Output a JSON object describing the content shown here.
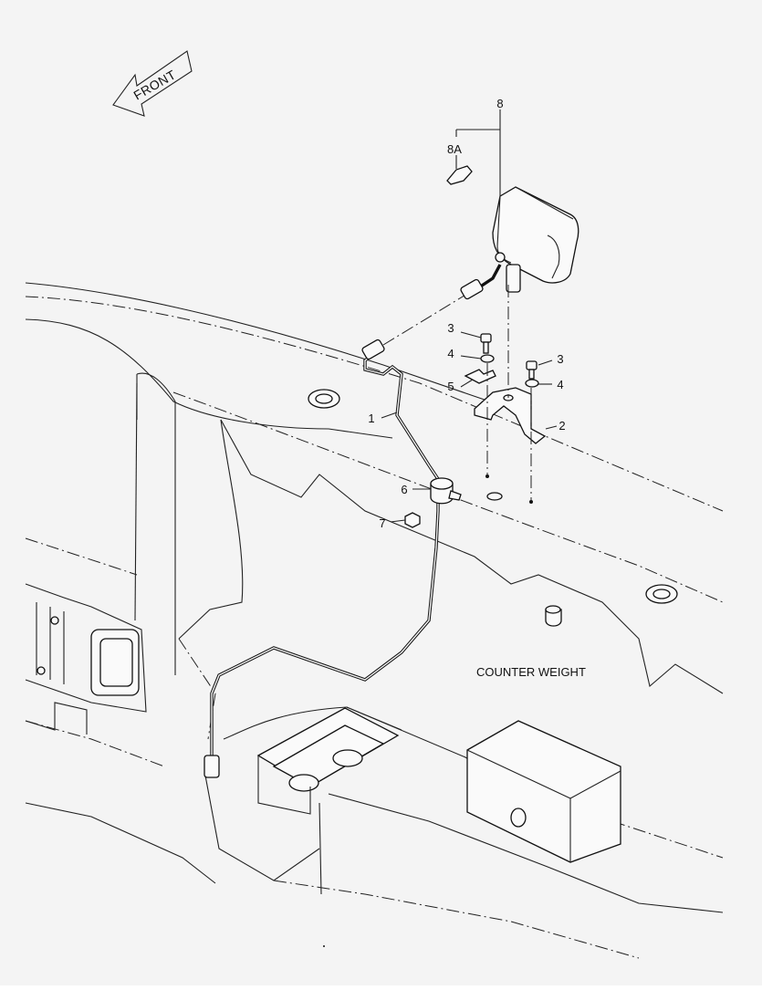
{
  "diagram": {
    "direction_label": "FRONT",
    "section_label": "COUNTER WEIGHT",
    "callouts": [
      {
        "id": "8",
        "text": "8"
      },
      {
        "id": "8A",
        "text": "8A"
      },
      {
        "id": "3a",
        "text": "3"
      },
      {
        "id": "4a",
        "text": "4"
      },
      {
        "id": "5",
        "text": "5"
      },
      {
        "id": "3b",
        "text": "3"
      },
      {
        "id": "4b",
        "text": "4"
      },
      {
        "id": "2",
        "text": "2"
      },
      {
        "id": "1",
        "text": "1"
      },
      {
        "id": "6",
        "text": "6"
      },
      {
        "id": "7",
        "text": "7"
      }
    ]
  }
}
